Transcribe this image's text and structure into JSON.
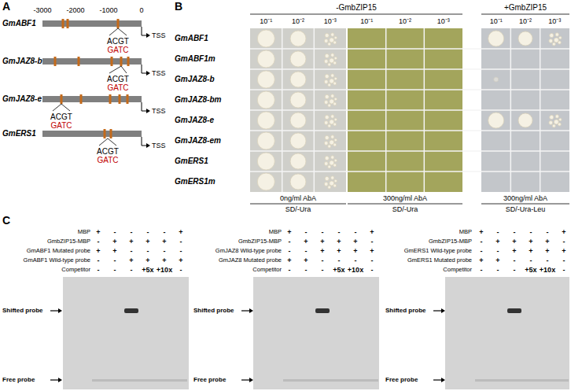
{
  "diagram": {
    "labels": [
      "A",
      "-3000",
      "-2000",
      "-1000",
      "0",
      "GmABF1",
      "ACGT",
      "GATC",
      "TSS",
      "GmJAZ8-b",
      "ACGT",
      "GATC",
      "TSS",
      "GmJAZ8-e",
      "ACGT",
      "GATC",
      "TSS",
      "GmERS1",
      "ACGT",
      "GATC",
      "TSS",
      "B",
      "-GmbZIP15",
      "+GmbZIP15",
      "10⁻¹",
      "10⁻²",
      "10⁻³",
      "10⁻¹",
      "10⁻²",
      "10⁻³",
      "10⁻¹",
      "10⁻²",
      "10⁻³",
      "GmABF1",
      "GmABF1m",
      "GmJAZ8-b",
      "GmJAZ8-bm",
      "GmJAZ8-e",
      "GmJAZ8-em",
      "GmERS1",
      "GmERS1m",
      "0ng/ml AbA",
      "300ng/ml AbA",
      "300ng/ml AbA",
      "SD/-Ura",
      "SD/-Ura",
      "SD/-Ura-Leu",
      "C",
      "MBP",
      "GmbZIP15-MBP",
      "GmABF1 Mutated probe",
      "GmABF1 Wild-type probe",
      "Competitor",
      "+",
      "-",
      "-",
      "-",
      "-",
      "+",
      "-",
      "+",
      "+",
      "+",
      "+",
      "-",
      "+",
      "+",
      "-",
      "-",
      "-",
      "-",
      "-",
      "-",
      "+",
      "+",
      "+",
      "+",
      "-",
      "-",
      "-",
      "+5x",
      "+10x",
      "-",
      "Shifted probe",
      "Free probe",
      "MBP",
      "GmbZIP15-MBP",
      "GmJAZ8 Wild-type probe",
      "GmJAZ8 Mutated probe",
      "Competitor",
      "+",
      "-",
      "-",
      "-",
      "-",
      "+",
      "-",
      "+",
      "+",
      "+",
      "+",
      "-",
      "-",
      "-",
      "+",
      "+",
      "+",
      "+",
      "+",
      "+",
      "-",
      "-",
      "-",
      "-",
      "-",
      "-",
      "-",
      "+5x",
      "+10x",
      "-",
      "Shifted probe",
      "Free probe",
      "MBP",
      "GmbZIP15-MBP",
      "GmERS1 Wild-type probe",
      "GmERS1 Mutated probe",
      "Competitor",
      "+",
      "-",
      "-",
      "-",
      "-",
      "+",
      "-",
      "+",
      "+",
      "+",
      "+",
      "-",
      "-",
      "-",
      "+",
      "+",
      "+",
      "+",
      "+",
      "+",
      "-",
      "-",
      "-",
      "-",
      "-",
      "-",
      "-",
      "+5x",
      "+10x",
      "-",
      "Shifted probe",
      "Free probe"
    ]
  }
}
